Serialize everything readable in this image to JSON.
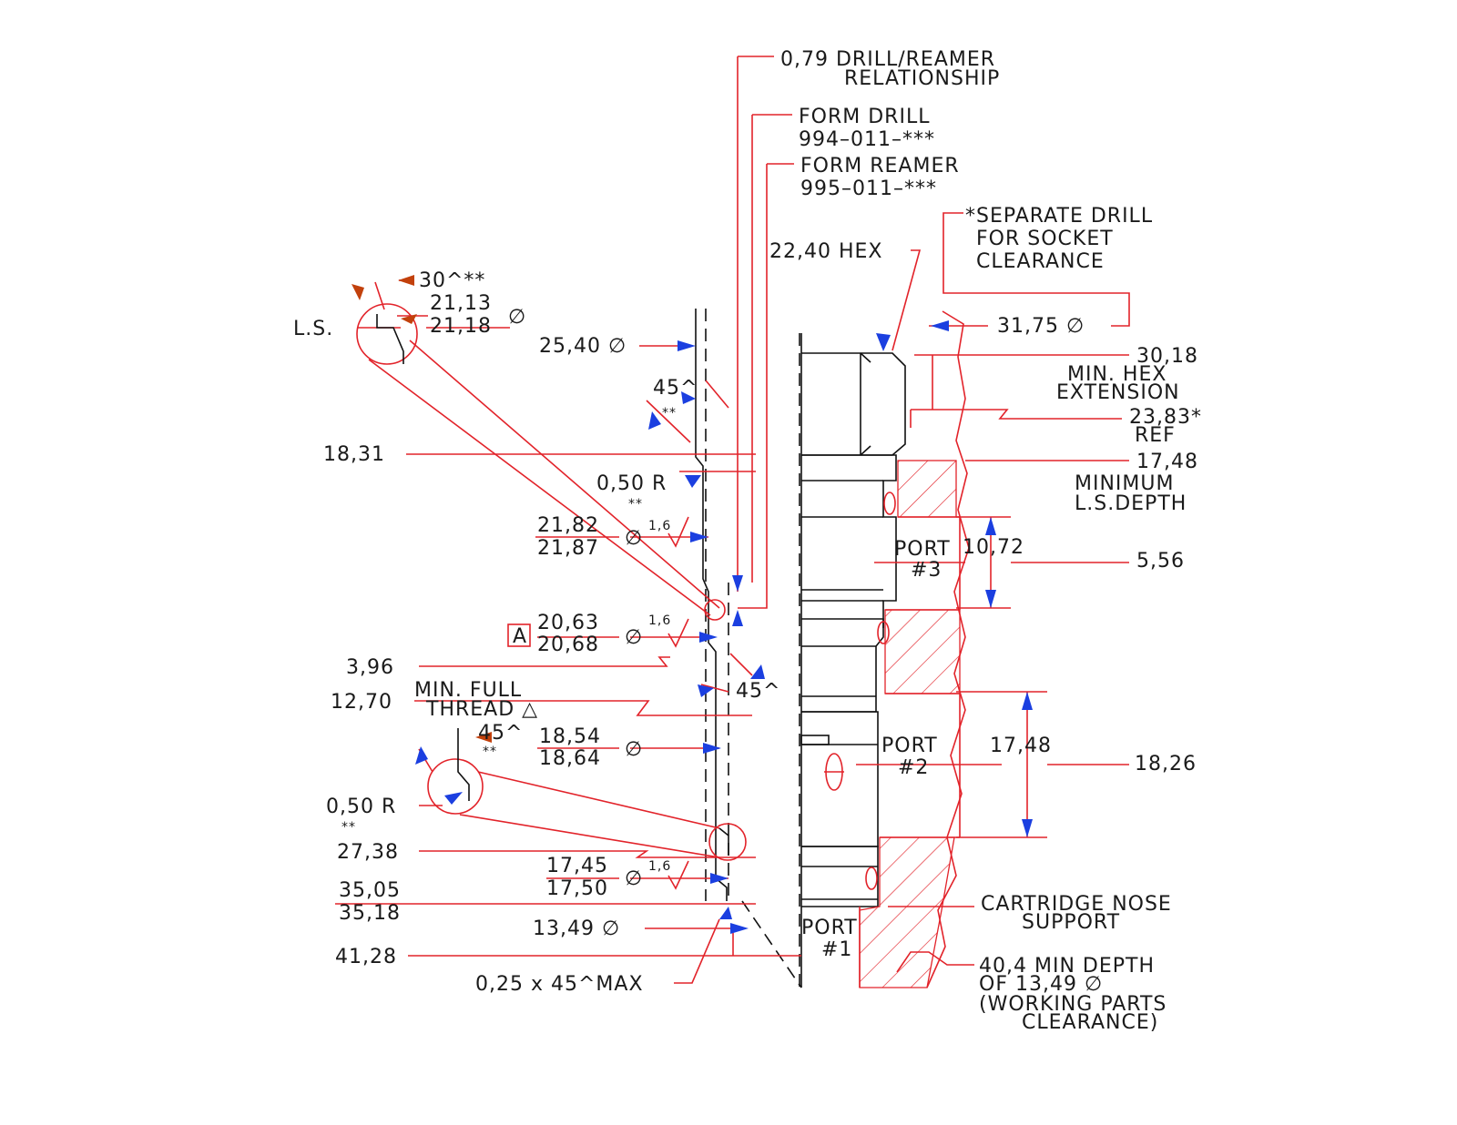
{
  "colors": {
    "dimension_line": "#e2232a",
    "part_outline": "#111111",
    "arrow": "#1b3fe0",
    "arrow_small": "#c2410c",
    "text": "#1a1a1a"
  },
  "callouts": {
    "drill_reamer_1": "0,79  DRILL/REAMER",
    "drill_reamer_2": "RELATIONSHIP",
    "form_drill_1": "FORM  DRILL",
    "form_drill_2": "994–011–***",
    "form_reamer_1": "FORM  REAMER",
    "form_reamer_2": "995–011–***",
    "separate_drill_1": "*SEPARATE  DRILL",
    "separate_drill_2": "FOR  SOCKET",
    "separate_drill_3": "CLEARANCE",
    "hex": "22,40  HEX",
    "socket_dia": "31,75  ∅",
    "min_hex_ext_val": "30,18",
    "min_hex_ext_1": "MIN.  HEX",
    "min_hex_ext_2": "EXTENSION",
    "ref_val": "23,83*",
    "ref_label": "REF",
    "ls_depth_val": "17,48",
    "ls_depth_1": "MINIMUM",
    "ls_depth_2": "L.S.DEPTH",
    "port3_val": "5,56",
    "port3_width": "10,72",
    "port2_width": "17,48",
    "port2_val": "18,26",
    "nose_1": "CARTRIDGE  NOSE",
    "nose_2": "SUPPORT",
    "min_depth_1": "40,4  MIN  DEPTH",
    "min_depth_2": "OF  13,49  ∅",
    "min_depth_3": "(WORKING  PARTS",
    "min_depth_4": "CLEARANCE)"
  },
  "ports": {
    "p3a": "PORT",
    "p3b": "#3",
    "p2a": "PORT",
    "p2b": "#2",
    "p1a": "PORT",
    "p1b": "#1"
  },
  "dims": {
    "angle_30": "30^**",
    "ls": "L.S.",
    "d_21_13": "21,13",
    "d_21_18": "21,18",
    "dia_sym": "∅",
    "d_25_40": "25,40  ∅",
    "angle_45_top": "45^",
    "stars": "**",
    "d_18_31": "18,31",
    "r_050": "0,50  R",
    "d_21_82": "21,82",
    "d_21_87": "21,87",
    "finish": "1,6",
    "datum_a": "A",
    "d_20_63": "20,63",
    "d_20_68": "20,68",
    "d_3_96": "3,96",
    "angle_45_mid": "45^",
    "min_full_1": "MIN.    FULL",
    "min_full_2": "THREAD △",
    "d_12_70": "12,70",
    "angle_45_low": "45^",
    "d_18_54": "18,54",
    "d_18_64": "18,64",
    "r_050_low": "0,50  R",
    "d_27_38": "27,38",
    "d_17_45": "17,45",
    "d_17_50": "17,50",
    "d_35_05": "35,05",
    "d_35_18": "35,18",
    "d_13_49": "13,49  ∅",
    "d_41_28": "41,28",
    "chamfer": "0,25  x  45^MAX"
  }
}
